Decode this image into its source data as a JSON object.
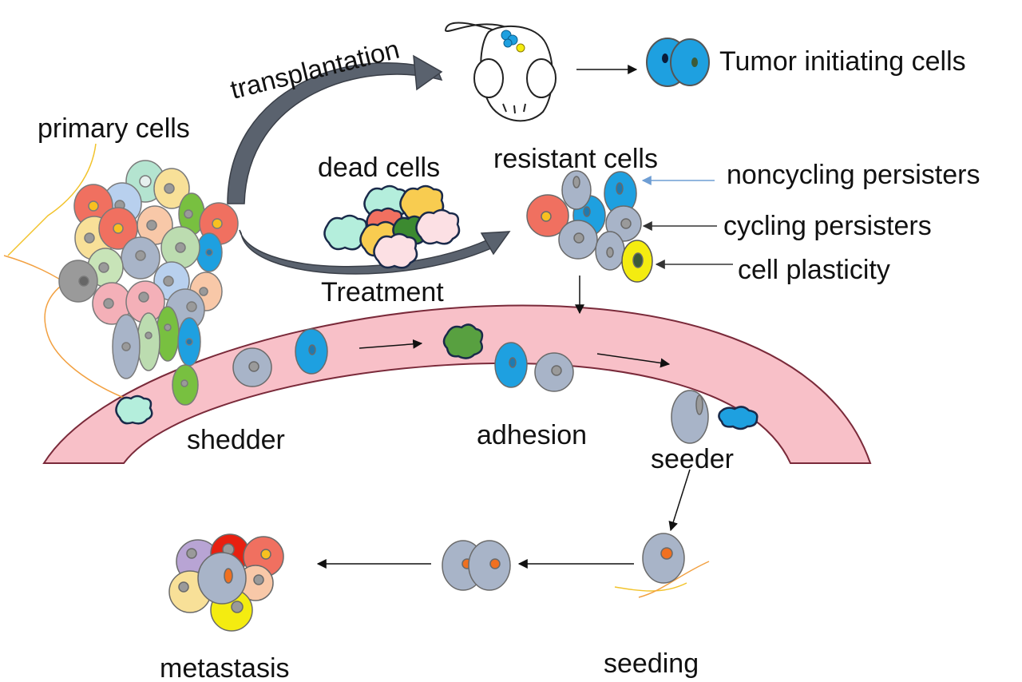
{
  "labels": {
    "transplantation": "transplantation",
    "tumor_initiating": "Tumor initiating cells",
    "primary_cells": "primary cells",
    "dead_cells": "dead cells",
    "resistant_cells": "resistant cells",
    "noncycling": "noncycling persisters",
    "cycling": "cycling persisters",
    "plasticity": "cell plasticity",
    "treatment": "Treatment",
    "shedder": "shedder",
    "adhesion": "adhesion",
    "seeder": "seeder",
    "seeding": "seeding",
    "metastasis": "metastasis"
  },
  "colors": {
    "vessel": "#f8c0c8",
    "cell_gray": "#a8b4c8",
    "cell_blue": "#1ea0e0",
    "cell_yellow": "#f4ec10",
    "cell_red": "#f07060",
    "cell_green": "#78c040",
    "nucleus_orange": "#f07020",
    "curved_arrow": "#58606c",
    "noncycling_arrow": "#6e9ed4"
  }
}
